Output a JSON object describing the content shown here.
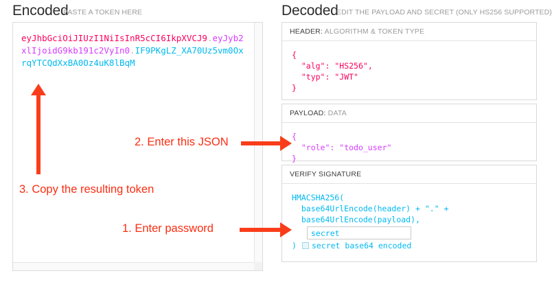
{
  "encoded": {
    "title": "Encoded",
    "subtitle": "PASTE A TOKEN HERE",
    "token": {
      "header": "eyJhbGciOiJIUzI1NiIsInR5cCI6IkpXVCJ9",
      "dot1": ".",
      "payload": "eyJyb2xlIjoidG9kb191c2VyIn0",
      "dot2": ".",
      "signature": "IF9PKgLZ_XA70Uz5vm0OxrqYTCQdXxBA0Oz4uK8lBqM"
    }
  },
  "decoded": {
    "title": "Decoded",
    "subtitle": "EDIT THE PAYLOAD AND SECRET (ONLY HS256 SUPPORTED)",
    "header_section": {
      "label_strong": "HEADER:",
      "label_rest": " ALGORITHM & TOKEN TYPE",
      "line1": "{",
      "key_alg": "\"alg\"",
      "colon": ": ",
      "val_alg": "\"HS256\"",
      "comma": ",",
      "key_typ": "\"typ\"",
      "val_typ": "\"JWT\"",
      "line_close": "}"
    },
    "payload_section": {
      "label_strong": "PAYLOAD:",
      "label_rest": " DATA",
      "line1": "{",
      "key_role": "\"role\"",
      "colon": ": ",
      "val_role": "\"todo_user\"",
      "line_close": "}"
    },
    "verify_section": {
      "label_strong": "VERIFY SIGNATURE",
      "label_rest": "",
      "line1": "HMACSHA256(",
      "line2": "base64UrlEncode(header) + \".\" +",
      "line3": "base64UrlEncode(payload),",
      "secret_value": "secret",
      "secret_placeholder": "secret",
      "close_paren": ")",
      "base64_label": "secret base64 encoded"
    }
  },
  "annotations": [
    {
      "id": "step1",
      "text": "1. Enter password"
    },
    {
      "id": "step2",
      "text": "2. Enter this JSON"
    },
    {
      "id": "step3",
      "text": "3. Copy the resulting token"
    }
  ],
  "colors": {
    "header_token": "#fb015b",
    "payload_token": "#d63aff",
    "signature_token": "#00b9f1",
    "annotation": "#fb2e12"
  }
}
